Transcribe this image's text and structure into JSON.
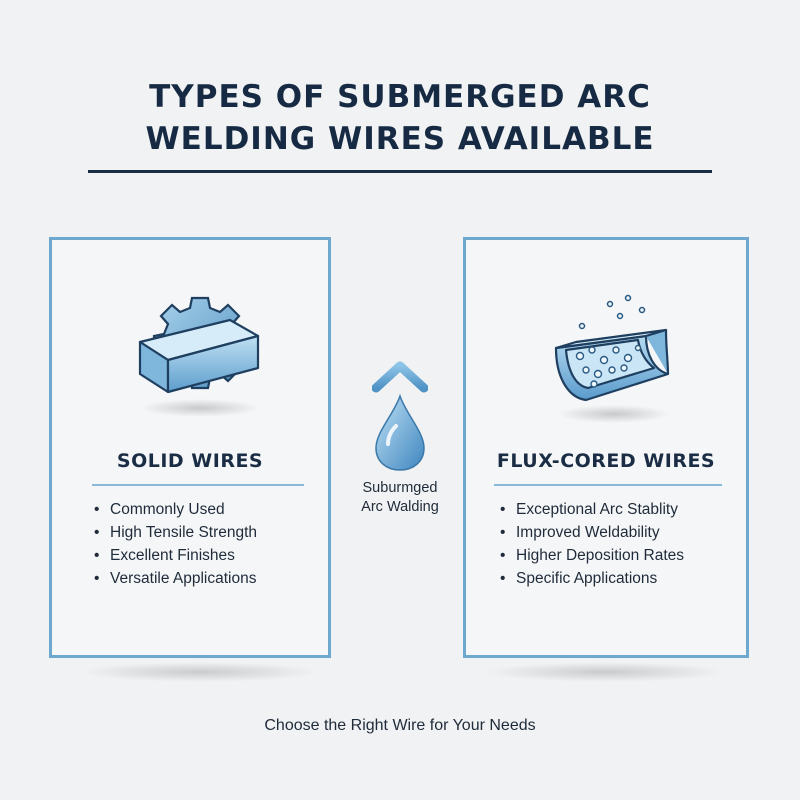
{
  "title": {
    "line1": "TYPES OF SUBMERGED ARC",
    "line2": "WELDING WIRES AVAILABLE"
  },
  "center": {
    "line1": "Suburmged",
    "line2": "Arc Walding"
  },
  "cards": [
    {
      "title": "SOLID WIRES",
      "icon": "gear-and-bar-icon",
      "items": [
        "Commonly Used",
        "High Tensile Strength",
        "Excellent Finishes",
        "Versatile Applications"
      ]
    },
    {
      "title": "FLUX-CORED WIRES",
      "icon": "flux-core-channel-icon",
      "items": [
        "Exceptional Arc Stablity",
        "Improved Weldability",
        "Higher Deposition Rates",
        "Specific Applications"
      ]
    }
  ],
  "footer": "Choose the Right Wire for Your Needs",
  "colors": {
    "accent": "#6fa8cf",
    "heading": "#162a44",
    "background": "#f1f2f3"
  }
}
